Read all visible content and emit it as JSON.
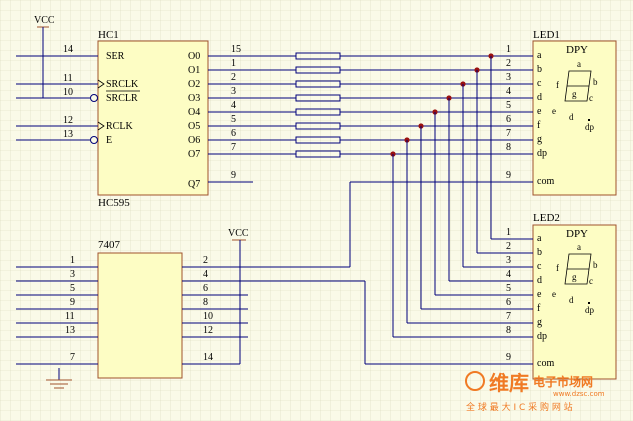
{
  "colors": {
    "background": "#fafae8",
    "grid": "#d8d8bc",
    "chip_fill": "#fdfdc4",
    "chip_stroke": "#a0522d",
    "wire": "#00007a",
    "junction": "#9a1010",
    "vcc": "#a0522d",
    "watermark": "#f07a24"
  },
  "vcc_top": "VCC",
  "vcc_mid": "VCC",
  "hc1": {
    "name": "HC1",
    "part": "HC595",
    "inputs": [
      {
        "num": "14",
        "label": "SER"
      },
      {
        "num": "11",
        "label": "SRCLK"
      },
      {
        "num": "10",
        "label": "SRCLR"
      },
      {
        "num": "12",
        "label": "RCLK"
      },
      {
        "num": "13",
        "label": "E"
      }
    ],
    "outputs": [
      {
        "label": "O0",
        "num": "15"
      },
      {
        "label": "O1",
        "num": "1"
      },
      {
        "label": "O2",
        "num": "2"
      },
      {
        "label": "O3",
        "num": "3"
      },
      {
        "label": "O4",
        "num": "4"
      },
      {
        "label": "O5",
        "num": "5"
      },
      {
        "label": "O6",
        "num": "6"
      },
      {
        "label": "O7",
        "num": "7"
      }
    ],
    "q7_label": "Q7",
    "q7_num": "9"
  },
  "buffer": {
    "name": "7407",
    "left_pins": [
      "1",
      "3",
      "5",
      "9",
      "11",
      "13",
      "7"
    ],
    "right_pins": [
      "2",
      "4",
      "6",
      "8",
      "10",
      "12",
      "14"
    ]
  },
  "led1": {
    "name": "LED1",
    "title": "DPY",
    "pins": [
      {
        "num": "1",
        "label": "a"
      },
      {
        "num": "2",
        "label": "b"
      },
      {
        "num": "3",
        "label": "c"
      },
      {
        "num": "4",
        "label": "d"
      },
      {
        "num": "5",
        "label": "e"
      },
      {
        "num": "6",
        "label": "f"
      },
      {
        "num": "7",
        "label": "g"
      },
      {
        "num": "8",
        "label": "dp"
      }
    ],
    "com_num": "9",
    "com_label": "com",
    "seg": {
      "a": "a",
      "b": "b",
      "c": "c",
      "d": "d",
      "e": "e",
      "f": "f",
      "g": "g",
      "dp": "dp"
    }
  },
  "led2": {
    "name": "LED2",
    "title": "DPY",
    "pins": [
      {
        "num": "1",
        "label": "a"
      },
      {
        "num": "2",
        "label": "b"
      },
      {
        "num": "3",
        "label": "c"
      },
      {
        "num": "4",
        "label": "d"
      },
      {
        "num": "5",
        "label": "e"
      },
      {
        "num": "6",
        "label": "f"
      },
      {
        "num": "7",
        "label": "g"
      },
      {
        "num": "8",
        "label": "dp"
      }
    ],
    "com_num": "9",
    "com_label": "com",
    "seg": {
      "a": "a",
      "b": "b",
      "c": "c",
      "d": "d",
      "e": "e",
      "f": "f",
      "g": "g",
      "dp": "dp"
    }
  },
  "watermark": {
    "brand": "维库",
    "brand_sub": "电子市场网",
    "url": "www.dzsc.com",
    "slogan": "全 球 最 大 I C 采 购 网 站"
  }
}
